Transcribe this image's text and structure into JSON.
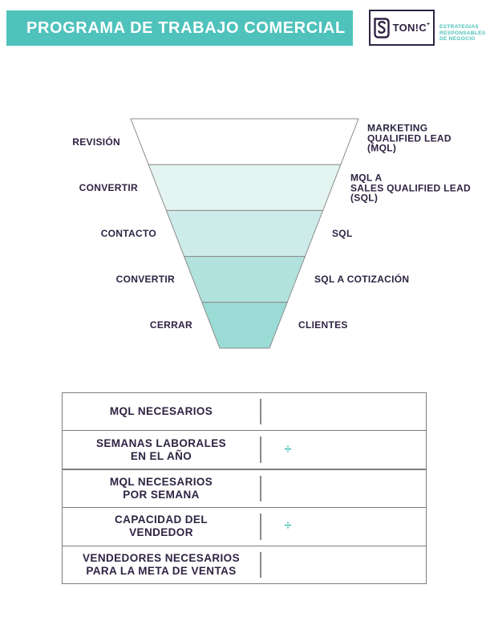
{
  "colors": {
    "teal": "#4EC2BB",
    "dark_purple": "#2E2342",
    "funnel_stroke": "#8C8C8C",
    "table_border": "#7D7D7D"
  },
  "header": {
    "title": "PROGRAMA DE TRABAJO COMERCIAL"
  },
  "logo": {
    "brand": "TON!C",
    "brand_sup": "+",
    "tagline_lines": [
      "ESTRATEGIAS",
      "RESPONSABLES",
      "DE NEGOCIO"
    ]
  },
  "funnel": {
    "segments": [
      {
        "left_label": "REVISIÓN",
        "right_label": "MARKETING\nQUALIFIED LEAD\n(MQL)",
        "color": "#FFFFFF"
      },
      {
        "left_label": "CONVERTIR",
        "right_label": "MQL A\nSALES QUALIFIED LEAD\n(SQL)",
        "color": "#E4F4F1"
      },
      {
        "left_label": "CONTACTO",
        "right_label": "SQL",
        "color": "#CDEBE8"
      },
      {
        "left_label": "CONVERTIR",
        "right_label": "SQL A COTIZACIÓN",
        "color": "#B2E2DD"
      },
      {
        "left_label": "CERRAR",
        "right_label": "CLIENTES",
        "color": "#9ADBD5"
      }
    ]
  },
  "table": {
    "rows": [
      {
        "label": "MQL NECESARIOS",
        "operator": ""
      },
      {
        "label": "SEMANAS LABORALES\nEN EL AÑO",
        "operator": "÷"
      },
      {
        "label": "MQL NECESARIOS\nPOR SEMANA",
        "operator": ""
      },
      {
        "label": "CAPACIDAD DEL\nVENDEDOR",
        "operator": "÷"
      },
      {
        "label": "VENDEDORES NECESARIOS\nPARA LA META DE VENTAS",
        "operator": ""
      }
    ]
  }
}
